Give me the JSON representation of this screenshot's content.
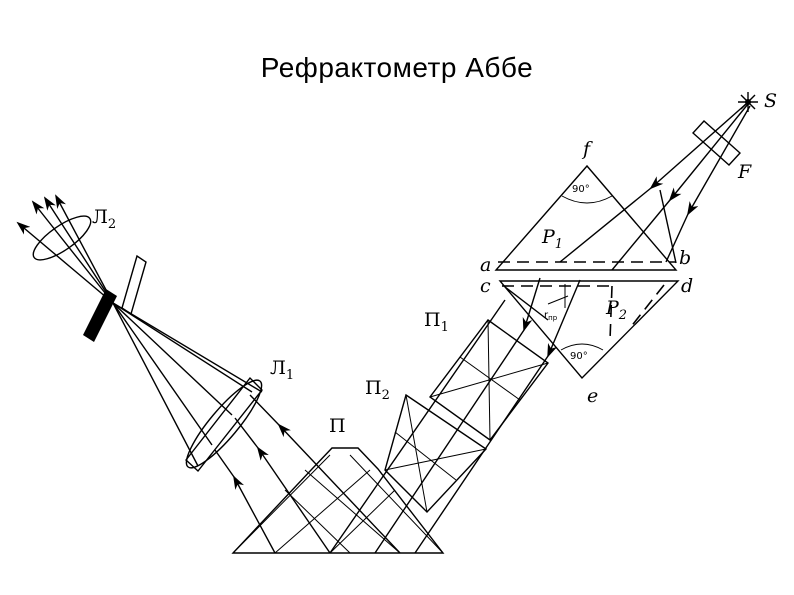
{
  "title": "Рефрактометр Аббе",
  "labels": {
    "S": "S",
    "F": "F",
    "f": "f",
    "a": "a",
    "b": "b",
    "c": "c",
    "d": "d",
    "e": "e",
    "P1_letter": "P",
    "P1_sub": "1",
    "P2_letter": "P",
    "P2_sub": "2",
    "angle_top": "90°",
    "angle_bottom": "90°",
    "angle_r": "r",
    "angle_r_sub": "пр",
    "Pi": "П",
    "Pi1_letter": "П",
    "Pi1_sub": "1",
    "Pi2_letter": "П",
    "Pi2_sub": "2",
    "L1_letter": "Л",
    "L1_sub": "1",
    "L2_letter": "Л",
    "L2_sub": "2"
  },
  "colors": {
    "ink": "#000000",
    "background": "#ffffff"
  }
}
